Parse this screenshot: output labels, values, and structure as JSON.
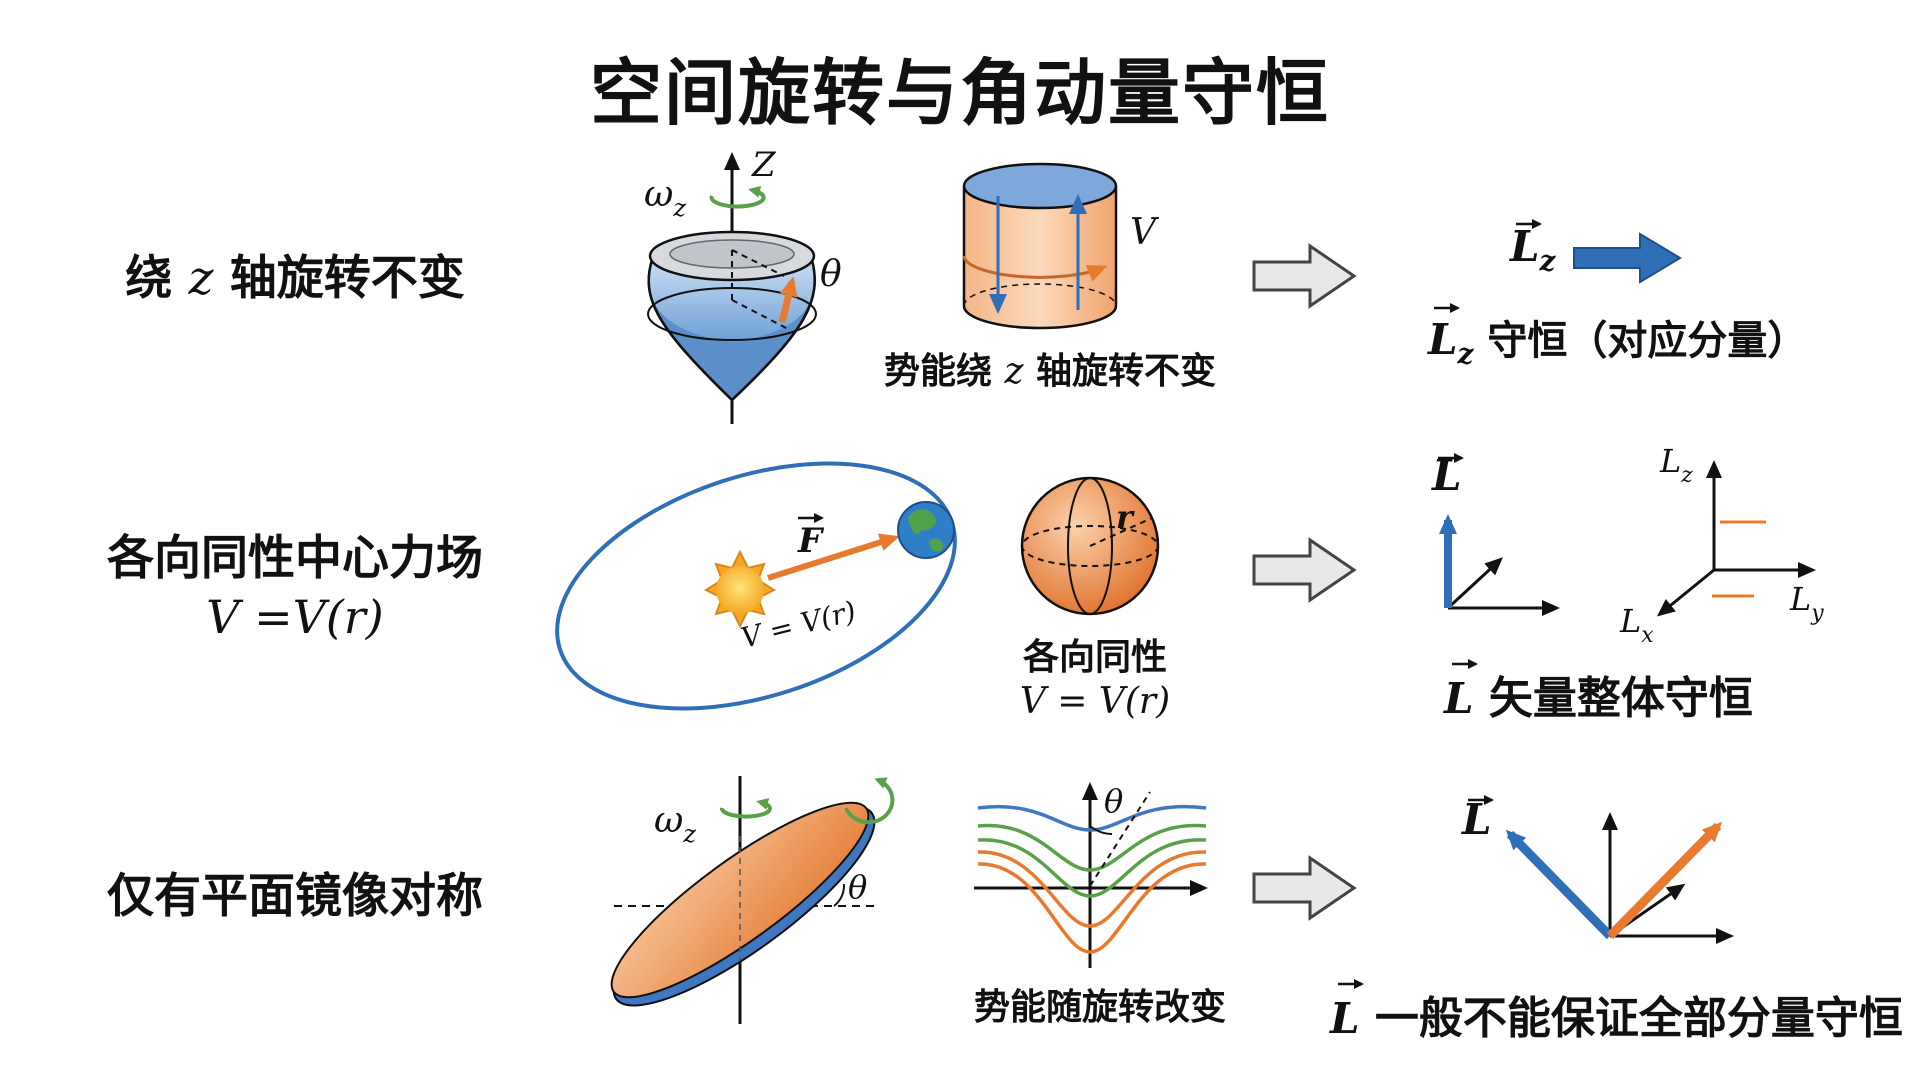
{
  "title": "空间旋转与角动量守恒",
  "rows": [
    {
      "label_prefix": "绕",
      "label_axis": "z",
      "label_suffix": "轴旋转不变",
      "diagram_labels": {
        "omega": "ω",
        "omega_sub": "z",
        "axis": "Z",
        "theta": "θ",
        "volume": "V"
      },
      "caption_prefix": "势能绕",
      "caption_axis": "z",
      "caption_suffix": "轴旋转不变",
      "result_top_symbol": "L",
      "result_top_sub": "z",
      "result_symbol": "L",
      "result_sub": "z",
      "result_text": "守恒（对应分量）"
    },
    {
      "label": "各向同性中心力场",
      "label_formula": "V =V(r)",
      "diagram_labels": {
        "force": "F",
        "orbit_formula": "V = V(r)",
        "radius": "r"
      },
      "caption": "各向同性",
      "caption_formula": "V = V(r)",
      "axes_labels": {
        "vector": "L",
        "lz": "L",
        "lz_sub": "z",
        "ly": "L",
        "ly_sub": "y",
        "lx": "L",
        "lx_sub": "x"
      },
      "result_symbol": "L",
      "result_text": "矢量整体守恒"
    },
    {
      "label": "仅有平面镜像对称",
      "diagram_labels": {
        "omega": "ω",
        "omega_sub": "z",
        "theta": "θ",
        "theta2": "θ"
      },
      "caption": "势能随旋转改变",
      "vector_label": "L",
      "result_symbol": "L",
      "result_text": "一般不能保证全部分量守恒"
    }
  ],
  "colors": {
    "blue": "#2f6fb8",
    "orange": "#e87a2f",
    "green": "#5aa04a",
    "ink": "#111111"
  }
}
